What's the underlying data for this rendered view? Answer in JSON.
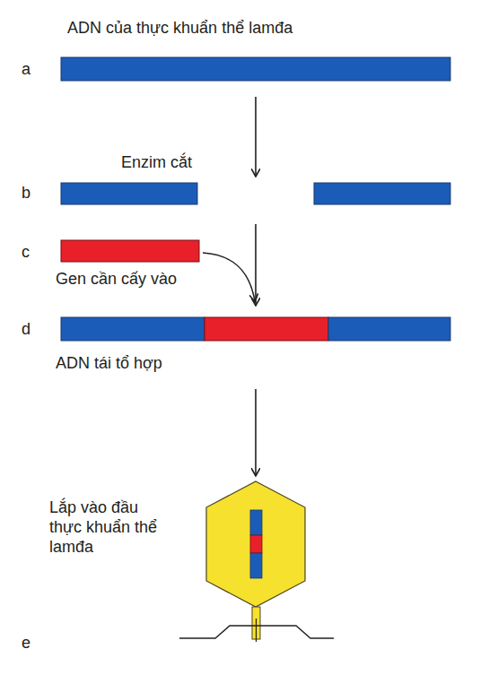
{
  "diagram": {
    "labels": [
      "ADN của thực khuẩn thể lamđa",
      "a",
      "Enzim cắt",
      "b",
      "c",
      "Gen cần cấy vào",
      "d",
      "ADN tái tổ hợp",
      "Lắp vào đầu thực khuẩn thể lamđa",
      "e"
    ]
  }
}
